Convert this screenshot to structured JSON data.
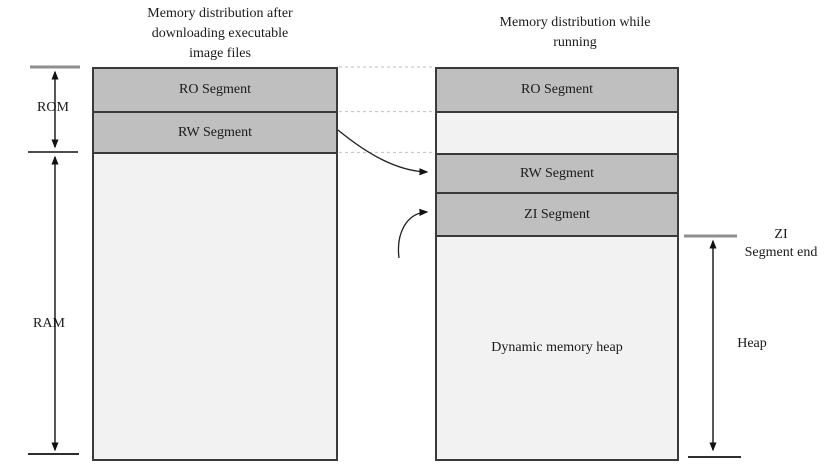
{
  "left_panel": {
    "title": "Memory distribution after\ndownloading executable\nimage files",
    "segments": [
      {
        "label": "RO Segment"
      },
      {
        "label": "RW Segment"
      },
      {
        "label": ""
      }
    ],
    "bracket_labels": {
      "rom": "ROM",
      "ram": "RAM"
    }
  },
  "right_panel": {
    "title": "Memory distribution while\nrunning",
    "segments": [
      {
        "label": "RO Segment"
      },
      {
        "label": ""
      },
      {
        "label": "RW Segment"
      },
      {
        "label": "ZI Segment"
      },
      {
        "label": "Dynamic memory heap"
      }
    ],
    "bracket_labels": {
      "zi_end": "ZI\nSegment end",
      "heap": "Heap"
    }
  },
  "colors": {
    "segment_fill": "#bfbfbf",
    "light_fill": "#f2f2f2",
    "box_border": "#3a3a3a",
    "dashed_line": "#c9c9c9",
    "gray_tick": "#8f8f8f",
    "arrow": "#1a1a1a",
    "background": "#ffffff"
  }
}
